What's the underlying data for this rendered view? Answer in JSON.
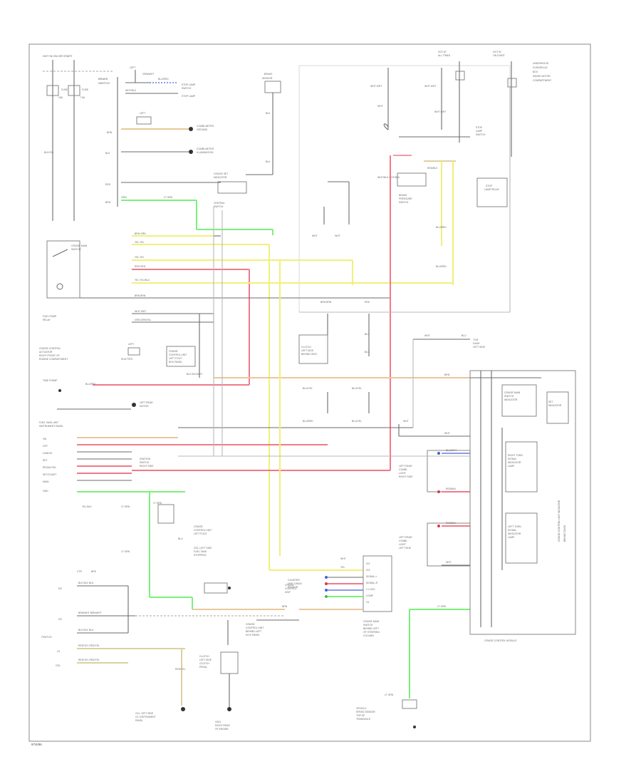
{
  "code": "97/4/96",
  "left_connector": {
    "wire_rows": [
      "RS",
      "HS",
      "FSWTCH",
      "LS",
      "CRL"
    ],
    "wire_colors": [
      "BLK",
      "BRN/WHT",
      "BLK",
      "RED/YEL",
      "RED/YEL"
    ]
  },
  "right_panel_label": "CRUISE CONTROL MODULE",
  "colors": {
    "green": "#7cf07c",
    "yellow": "#f2ef7a",
    "red": "#f07a8a",
    "orange": "#e9c89a",
    "blue": "#4f5bd5"
  }
}
